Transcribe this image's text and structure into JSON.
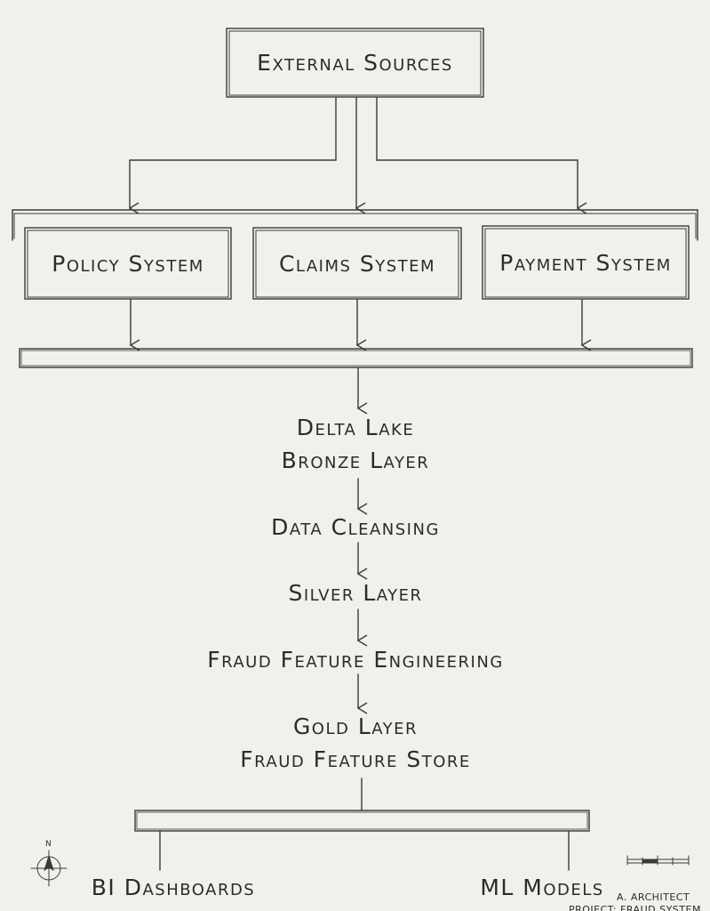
{
  "sources": {
    "title": "External Sources"
  },
  "systems": [
    {
      "label": "Policy System"
    },
    {
      "label": "Claims System"
    },
    {
      "label": "Payment System"
    }
  ],
  "pipeline": [
    {
      "lines": [
        "Delta Lake",
        "Bronze Layer"
      ]
    },
    {
      "lines": [
        "Data Cleansing"
      ]
    },
    {
      "lines": [
        "Silver Layer"
      ]
    },
    {
      "lines": [
        "Fraud Feature Engineering"
      ]
    },
    {
      "lines": [
        "Gold Layer",
        "Fraud Feature Store"
      ]
    }
  ],
  "outputs": [
    {
      "label": "BI Dashboards"
    },
    {
      "label": "ML Models"
    }
  ],
  "title_block": {
    "author": "A. ARCHITECT",
    "project": "PROJECT: FRAUD SYSTEM"
  },
  "compass": {
    "label": "N"
  },
  "colors": {
    "paper": "#f1f0eb",
    "ink": "#3a3a3a",
    "ink_light": "#6a6a6a"
  }
}
